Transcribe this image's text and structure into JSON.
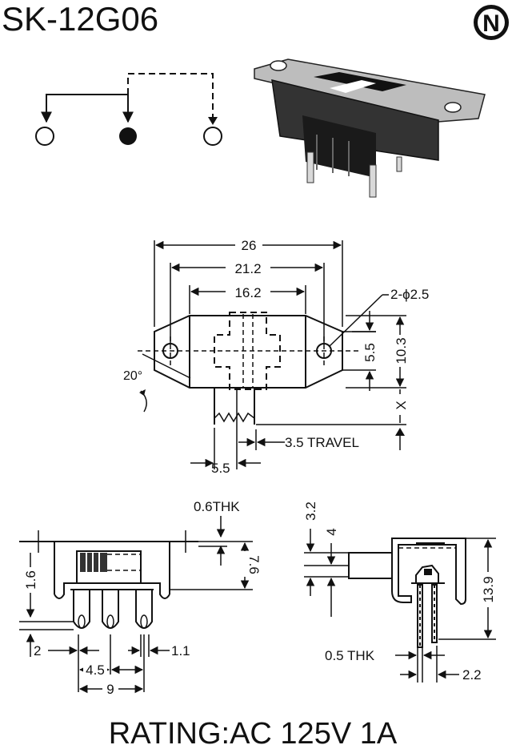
{
  "header": {
    "part_number": "SK-12G06",
    "logo_letter": "N"
  },
  "top_view": {
    "overall_width": "26",
    "hole_spacing": "21.2",
    "body_width": "16.2",
    "hole_callout": "2-ϕ2.5",
    "height_inner": "5.5",
    "height_outer": "10.3",
    "angle": "20°",
    "actuator_label": "X",
    "travel": "3.5 TRAVEL",
    "actuator_width": "5.5"
  },
  "front_view": {
    "plate_thickness": "0.6THK",
    "mount_height": "7.6",
    "pin_offset": "1.6",
    "pin_width": "1.1",
    "dim_2": "2",
    "pitch": "4.5",
    "pin_span": "9"
  },
  "side_view": {
    "dim_3_2": "3.2",
    "dim_4": "4",
    "total_height": "13.9",
    "pin_thickness": "0.5 THK",
    "pin_gap": "2.2"
  },
  "footer": {
    "rating": "RATING:AC 125V 1A"
  }
}
